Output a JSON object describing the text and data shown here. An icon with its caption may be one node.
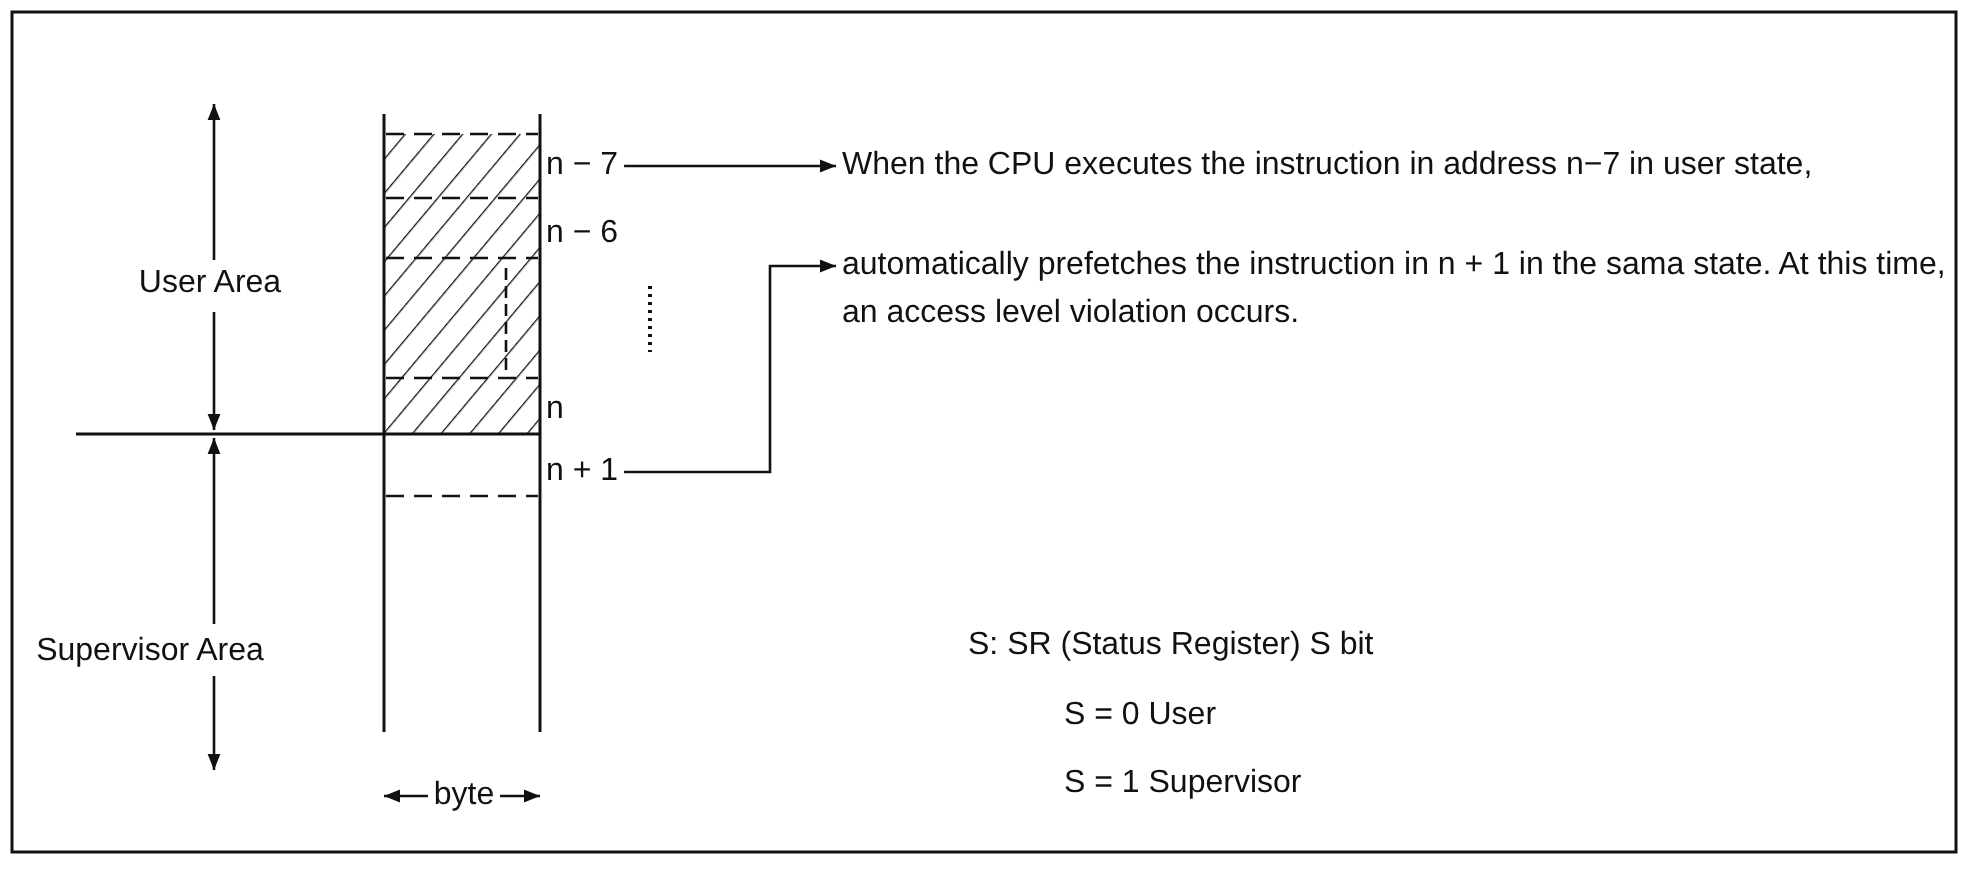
{
  "diagram": {
    "nodes": [
      {
        "text": [
          "n − 7"
        ]
      },
      {
        "text": [
          "When the CPU executes the instruction in address n−7 in user state,"
        ]
      },
      {
        "text": [
          "n + 1"
        ]
      },
      {
        "text": [
          "automatically prefetches the instruction in n + 1 in the sama state. At this time, an access level violation occurs."
        ]
      }
    ],
    "edges": [
      {
        "from": 0,
        "to": 1,
        "arrow": "to"
      },
      {
        "from": 2,
        "to": 3,
        "arrow": "to"
      }
    ],
    "labels": [
      "User Area",
      "n − 6",
      "n",
      "Supervisor Area",
      "S: SR (Status Register) S bit",
      "S = 0 User",
      "S = 1 Supervisor",
      "byte"
    ]
  }
}
